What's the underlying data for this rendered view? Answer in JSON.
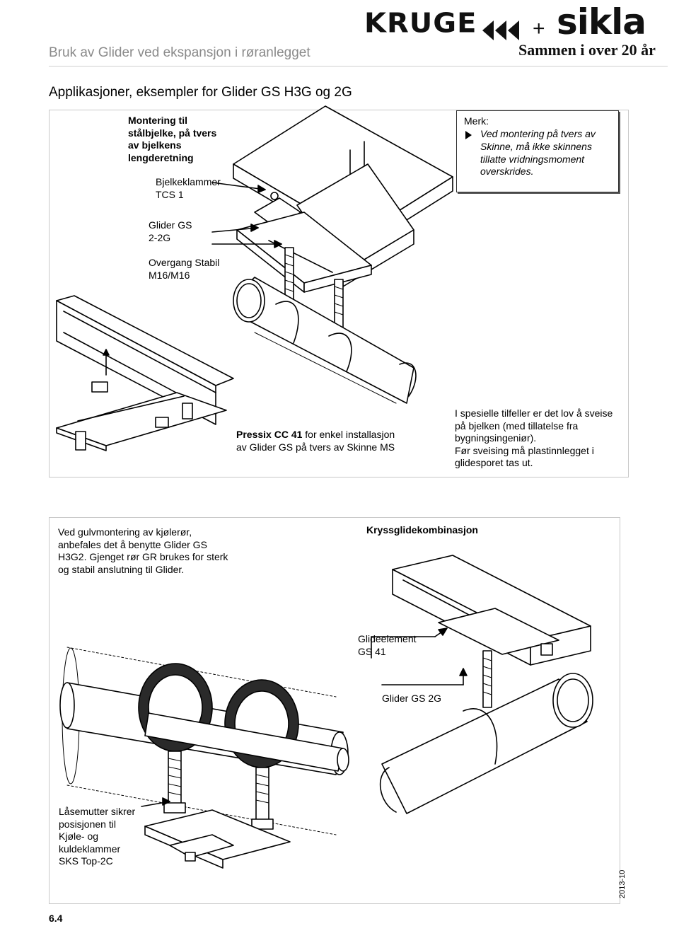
{
  "header": {
    "title": "Bruk av Glider ved ekspansjon i røranlegget",
    "logo": {
      "kruge": "KRUGE",
      "plus": "+",
      "sikla": "sikla",
      "tagline": "Sammen i over 20 år"
    }
  },
  "section_heading": "Applikasjoner, eksempler for Glider GS H3G og 2G",
  "panel1": {
    "mounting_text": "Montering til\nstålbjelke, på tvers\nav bjelkens\nlengderetning",
    "label_beam_clamp": "Bjelkeklammer\nTCS 1",
    "label_glider": "Glider GS\n2-2G",
    "label_transition": "Overgang Stabil\nM16/M16",
    "note": {
      "title": "Merk:",
      "body": "Ved montering på tvers av Skinne, må ikke skinnens tillatte vridningsmoment overskrides."
    },
    "pressix_bold": "Pressix CC 41",
    "pressix_rest": " for enkel installasjon",
    "pressix_line2": "av Glider GS på tvers av Skinne MS",
    "weld_text": "I spesielle tilfeller er det lov å sveise\npå bjelken (med tillatelse fra\nbygningsingeniør).\nFør sveising må plastinnlegget i\nglidesporet tas ut."
  },
  "panel2": {
    "floor_text": "Ved gulvmontering av kjølerør,\nanbefales det å benytte Glider GS\nH3G2. Gjenget rør GR brukes for sterk\nog stabil anslutning til Glider.",
    "cross_title": "Kryssglidekombinasjon",
    "label_element": "Glideelement\nGS 41",
    "label_glider_2g": "Glider GS 2G",
    "label_locknut": "Låsemutter sikrer\nposisjonen til\nKjøle- og\nkuldeklammer\nSKS Top-2C"
  },
  "footer": {
    "page_number": "6.4",
    "date": "2013-10"
  }
}
